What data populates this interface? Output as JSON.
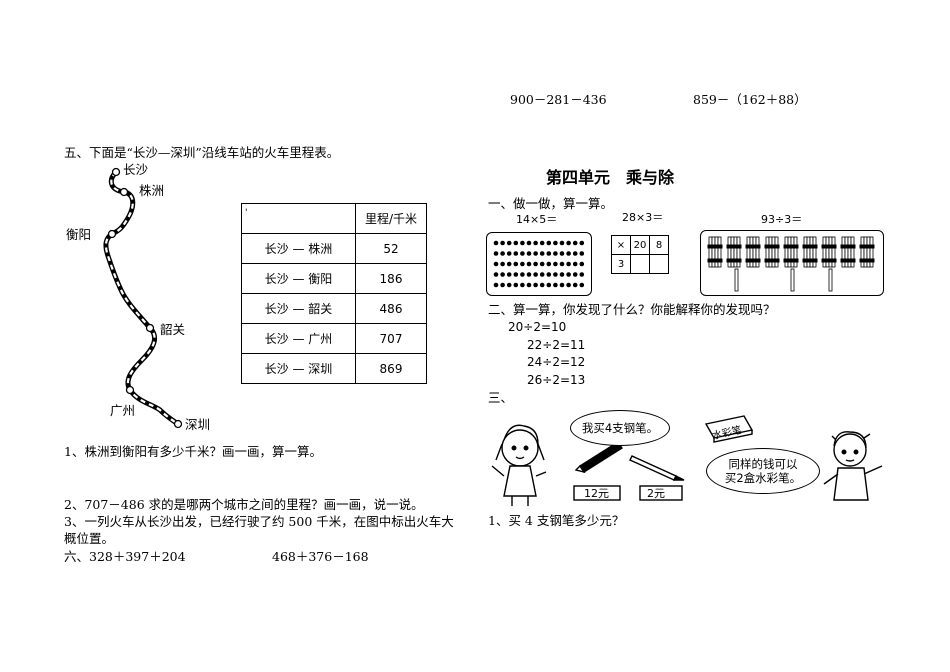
{
  "top": {
    "expr1": "900－281－436",
    "expr2": "859－（162＋88）"
  },
  "left": {
    "q5_title": "五、下面是“长沙—深圳”沿线车站的火车里程表。",
    "cities": [
      "长沙",
      "株洲",
      "衡阳",
      "韶关",
      "广州",
      "深圳"
    ],
    "table": {
      "corner_mark": "'",
      "header": "里程/千米",
      "rows": [
        {
          "route": "长沙 — 株洲",
          "km": "52"
        },
        {
          "route": "长沙 — 衡阳",
          "km": "186"
        },
        {
          "route": "长沙 — 韶关",
          "km": "486"
        },
        {
          "route": "长沙 — 广州",
          "km": "707"
        },
        {
          "route": "长沙 — 深圳",
          "km": "869"
        }
      ]
    },
    "q1": "1、株洲到衡阳有多少千米？画一画，算一算。",
    "q2": "2、707－486 求的是哪两个城市之间的里程？画一画，说一说。",
    "q3_line1": "3、一列火车从长沙出发，已经行驶了约 500 千米，在图中标出火车大",
    "q3_line2": "概位置。",
    "q6_label": "六、328＋397＋204",
    "q6_expr2": "468＋376－168"
  },
  "right": {
    "unit_title": "第四单元　乘与除",
    "s1_title": "一、做一做，算一算。",
    "s1_items": [
      "14×5＝",
      "28×3＝",
      "93÷3＝"
    ],
    "grid_cells": [
      "×",
      "20",
      "8",
      "3",
      "",
      ""
    ],
    "s2_title": "二、算一算，你发现了什么？你能解释你的发现吗？",
    "s2_items": [
      "20÷2=10",
      "22÷2=11",
      "24÷2=12",
      "26÷2=13"
    ],
    "s3_title": "三、",
    "bubble_left": "我买4支钢笔。",
    "bubble_right_line1": "同样的钱可以",
    "bubble_right_line2": "买2盒水彩笔。",
    "price_pen": "12元",
    "price_pencil": "2元",
    "box_label": "水彩笔",
    "q_last": "1、买 4 支钢笔多少元？"
  }
}
